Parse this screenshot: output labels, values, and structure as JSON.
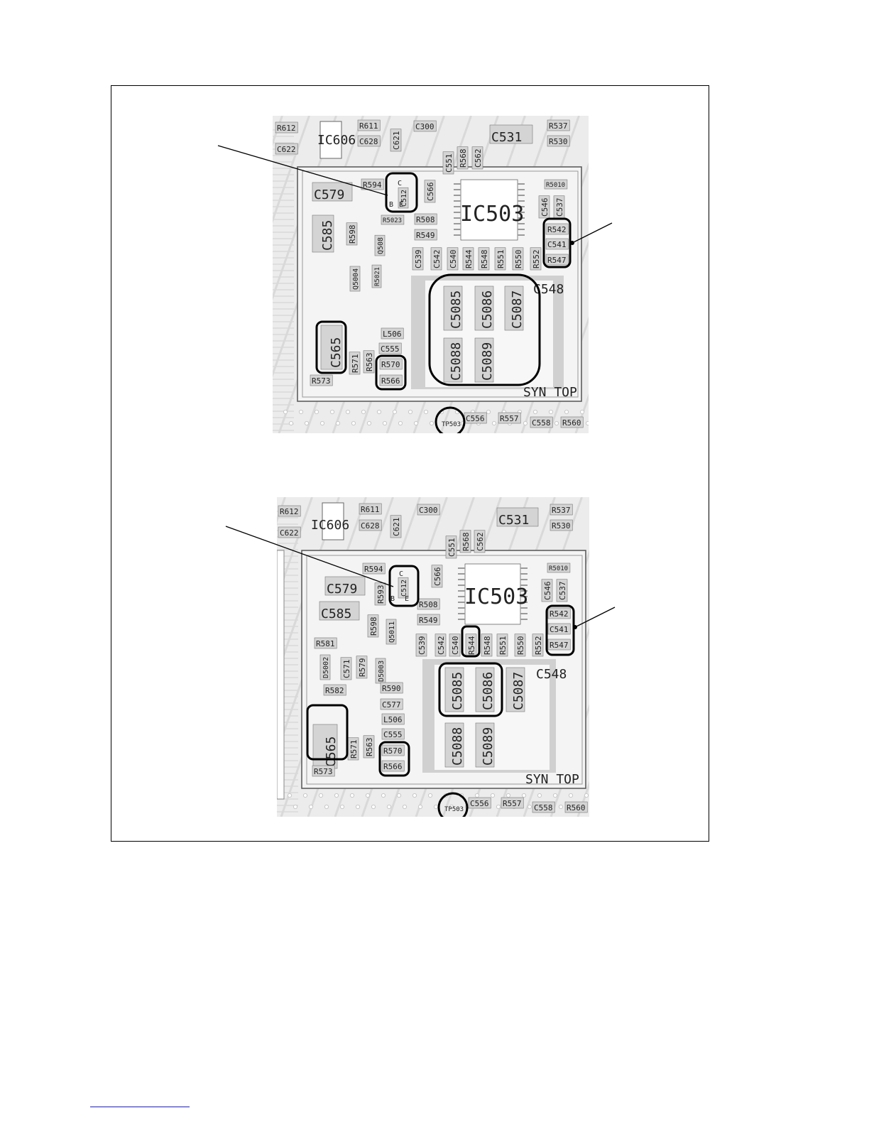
{
  "boards": [
    {
      "id": "top",
      "labels": {
        "R612": "R612",
        "IC606": "IC606",
        "R611": "R611",
        "C628": "C628",
        "C621": "C621",
        "C300": "C300",
        "C531": "C531",
        "R537": "R537",
        "R530": "R530",
        "C622": "C622",
        "C551": "C551",
        "R568": "R568",
        "C562": "C562",
        "R594": "R594",
        "C579": "C579",
        "C512": "C512",
        "C566": "C566",
        "R5010": "R5010",
        "C546": "C546",
        "C537": "C537",
        "IC503": "IC503",
        "R5023": "R5023",
        "R508": "R508",
        "C585": "C585",
        "R598": "R598",
        "Q508": "Q508",
        "R549": "R549",
        "R542": "R542",
        "C541": "C541",
        "R547": "R547",
        "C539": "C539",
        "C542": "C542",
        "C540": "C540",
        "R544": "R544",
        "R548": "R548",
        "R551": "R551",
        "R550": "R550",
        "R552": "R552",
        "Q5004": "Q5004",
        "R5021": "R5021",
        "C548": "C548",
        "C5085": "C5085",
        "C5086": "C5086",
        "C5087": "C5087",
        "C5088": "C5088",
        "C5089": "C5089",
        "L506": "L506",
        "C555": "C555",
        "C565": "C565",
        "R571": "R571",
        "R563": "R563",
        "R570": "R570",
        "R566": "R566",
        "R573": "R573",
        "SYN_TOP": "SYN TOP",
        "TP503": "TP503",
        "C556": "C556",
        "R557": "R557",
        "C558": "C558",
        "R560": "R560",
        "pin_c": "C",
        "pin_b": "B",
        "pin_e": "E"
      }
    },
    {
      "id": "bottom",
      "labels": {
        "R612": "R612",
        "IC606": "IC606",
        "R611": "R611",
        "C628": "C628",
        "C621": "C621",
        "C300": "C300",
        "C531": "C531",
        "R537": "R537",
        "R530": "R530",
        "C622": "C622",
        "C551": "C551",
        "R568": "R568",
        "C562": "C562",
        "R594": "R594",
        "C579": "C579",
        "R593": "R593",
        "C512": "C512",
        "C566": "C566",
        "R5010": "R5010",
        "C546": "C546",
        "C537": "C537",
        "IC503": "IC503",
        "C585": "C585",
        "R508": "R508",
        "R542": "R542",
        "C541": "C541",
        "R547": "R547",
        "R598": "R598",
        "Q5011": "Q5011",
        "R549": "R549",
        "C539": "C539",
        "C542": "C542",
        "C540": "C540",
        "R544": "R544",
        "R548": "R548",
        "R551": "R551",
        "R550": "R550",
        "R552": "R552",
        "R581": "R581",
        "D5002": "D5002",
        "C571": "C571",
        "R579": "R579",
        "D5003": "D5003",
        "C548": "C548",
        "C5085": "C5085",
        "C5086": "C5086",
        "C5087": "C5087",
        "R582": "R582",
        "R590": "R590",
        "C577": "C577",
        "L506": "L506",
        "C555": "C555",
        "C565": "C565",
        "R571": "R571",
        "R563": "R563",
        "R570": "R570",
        "R566": "R566",
        "C5088": "C5088",
        "C5089": "C5089",
        "R573": "R573",
        "SYN_TOP": "SYN TOP",
        "TP503": "TP503",
        "C556": "C556",
        "R557": "R557",
        "C558": "C558",
        "R560": "R560",
        "pin_c": "C",
        "pin_b": "B",
        "pin_e": "E"
      }
    }
  ],
  "colors": {
    "board_fill": "#ececec",
    "trace": "#d9d9d9",
    "pad": "#b8b8b8",
    "ink": "#000000",
    "footer_rule": "#1a1ad0"
  }
}
